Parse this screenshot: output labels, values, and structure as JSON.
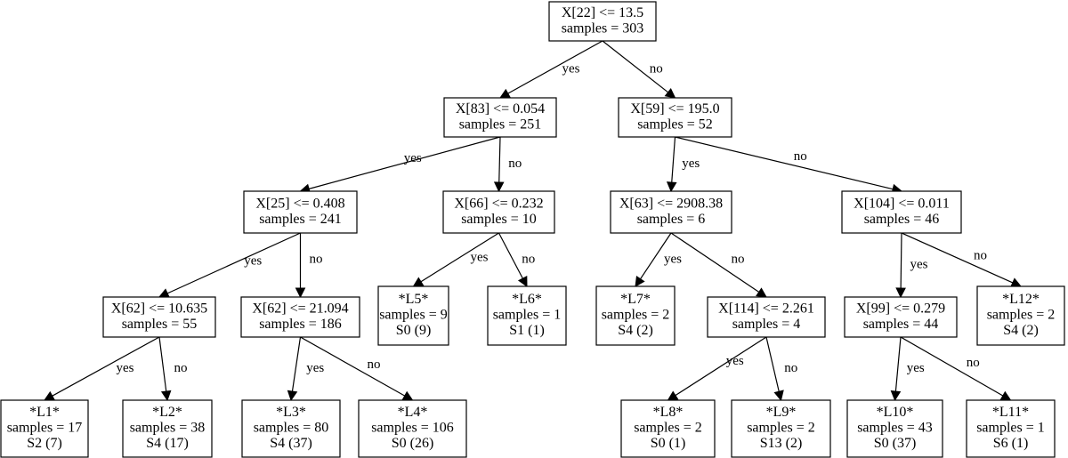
{
  "tree": {
    "nodes": [
      {
        "id": "root",
        "lines": [
          "X[22] <= 13.5",
          "samples = 303"
        ]
      },
      {
        "id": "n83",
        "lines": [
          "X[83] <= 0.054",
          "samples = 251"
        ]
      },
      {
        "id": "n59",
        "lines": [
          "X[59] <= 195.0",
          "samples = 52"
        ]
      },
      {
        "id": "n25",
        "lines": [
          "X[25] <= 0.408",
          "samples = 241"
        ]
      },
      {
        "id": "n66",
        "lines": [
          "X[66] <= 0.232",
          "samples = 10"
        ]
      },
      {
        "id": "n63",
        "lines": [
          "X[63] <= 2908.38",
          "samples = 6"
        ]
      },
      {
        "id": "n104",
        "lines": [
          "X[104] <= 0.011",
          "samples = 46"
        ]
      },
      {
        "id": "n62a",
        "lines": [
          "X[62] <= 10.635",
          "samples = 55"
        ]
      },
      {
        "id": "n62b",
        "lines": [
          "X[62] <= 21.094",
          "samples = 186"
        ]
      },
      {
        "id": "L5",
        "lines": [
          "*L5*",
          "samples = 9",
          "S0 (9)"
        ]
      },
      {
        "id": "L6",
        "lines": [
          "*L6*",
          "samples = 1",
          "S1 (1)"
        ]
      },
      {
        "id": "L7",
        "lines": [
          "*L7*",
          "samples = 2",
          "S4 (2)"
        ]
      },
      {
        "id": "n114",
        "lines": [
          "X[114] <= 2.261",
          "samples = 4"
        ]
      },
      {
        "id": "n99",
        "lines": [
          "X[99] <= 0.279",
          "samples = 44"
        ]
      },
      {
        "id": "L12",
        "lines": [
          "*L12*",
          "samples = 2",
          "S4 (2)"
        ]
      },
      {
        "id": "L1",
        "lines": [
          "*L1*",
          "samples = 17",
          "S2 (7)"
        ]
      },
      {
        "id": "L2",
        "lines": [
          "*L2*",
          "samples = 38",
          "S4 (17)"
        ]
      },
      {
        "id": "L3",
        "lines": [
          "*L3*",
          "samples = 80",
          "S4 (37)"
        ]
      },
      {
        "id": "L4",
        "lines": [
          "*L4*",
          "samples = 106",
          "S0 (26)"
        ]
      },
      {
        "id": "L8",
        "lines": [
          "*L8*",
          "samples = 2",
          "S0 (1)"
        ]
      },
      {
        "id": "L9",
        "lines": [
          "*L9*",
          "samples = 2",
          "S13 (2)"
        ]
      },
      {
        "id": "L10",
        "lines": [
          "*L10*",
          "samples = 43",
          "S0 (37)"
        ]
      },
      {
        "id": "L11",
        "lines": [
          "*L11*",
          "samples = 1",
          "S6 (1)"
        ]
      }
    ],
    "edges": [
      {
        "from": "root",
        "to": "n83",
        "label": "yes"
      },
      {
        "from": "root",
        "to": "n59",
        "label": "no"
      },
      {
        "from": "n83",
        "to": "n25",
        "label": "yes"
      },
      {
        "from": "n83",
        "to": "n66",
        "label": "no"
      },
      {
        "from": "n59",
        "to": "n63",
        "label": "yes"
      },
      {
        "from": "n59",
        "to": "n104",
        "label": "no"
      },
      {
        "from": "n25",
        "to": "n62a",
        "label": "yes"
      },
      {
        "from": "n25",
        "to": "n62b",
        "label": "no"
      },
      {
        "from": "n66",
        "to": "L5",
        "label": "yes"
      },
      {
        "from": "n66",
        "to": "L6",
        "label": "no"
      },
      {
        "from": "n63",
        "to": "L7",
        "label": "yes"
      },
      {
        "from": "n63",
        "to": "n114",
        "label": "no"
      },
      {
        "from": "n104",
        "to": "n99",
        "label": "yes"
      },
      {
        "from": "n104",
        "to": "L12",
        "label": "no"
      },
      {
        "from": "n62a",
        "to": "L1",
        "label": "yes"
      },
      {
        "from": "n62a",
        "to": "L2",
        "label": "no"
      },
      {
        "from": "n62b",
        "to": "L3",
        "label": "yes"
      },
      {
        "from": "n62b",
        "to": "L4",
        "label": "no"
      },
      {
        "from": "n114",
        "to": "L8",
        "label": "yes"
      },
      {
        "from": "n114",
        "to": "L9",
        "label": "no"
      },
      {
        "from": "n99",
        "to": "L10",
        "label": "yes"
      },
      {
        "from": "n99",
        "to": "L11",
        "label": "no"
      }
    ]
  }
}
